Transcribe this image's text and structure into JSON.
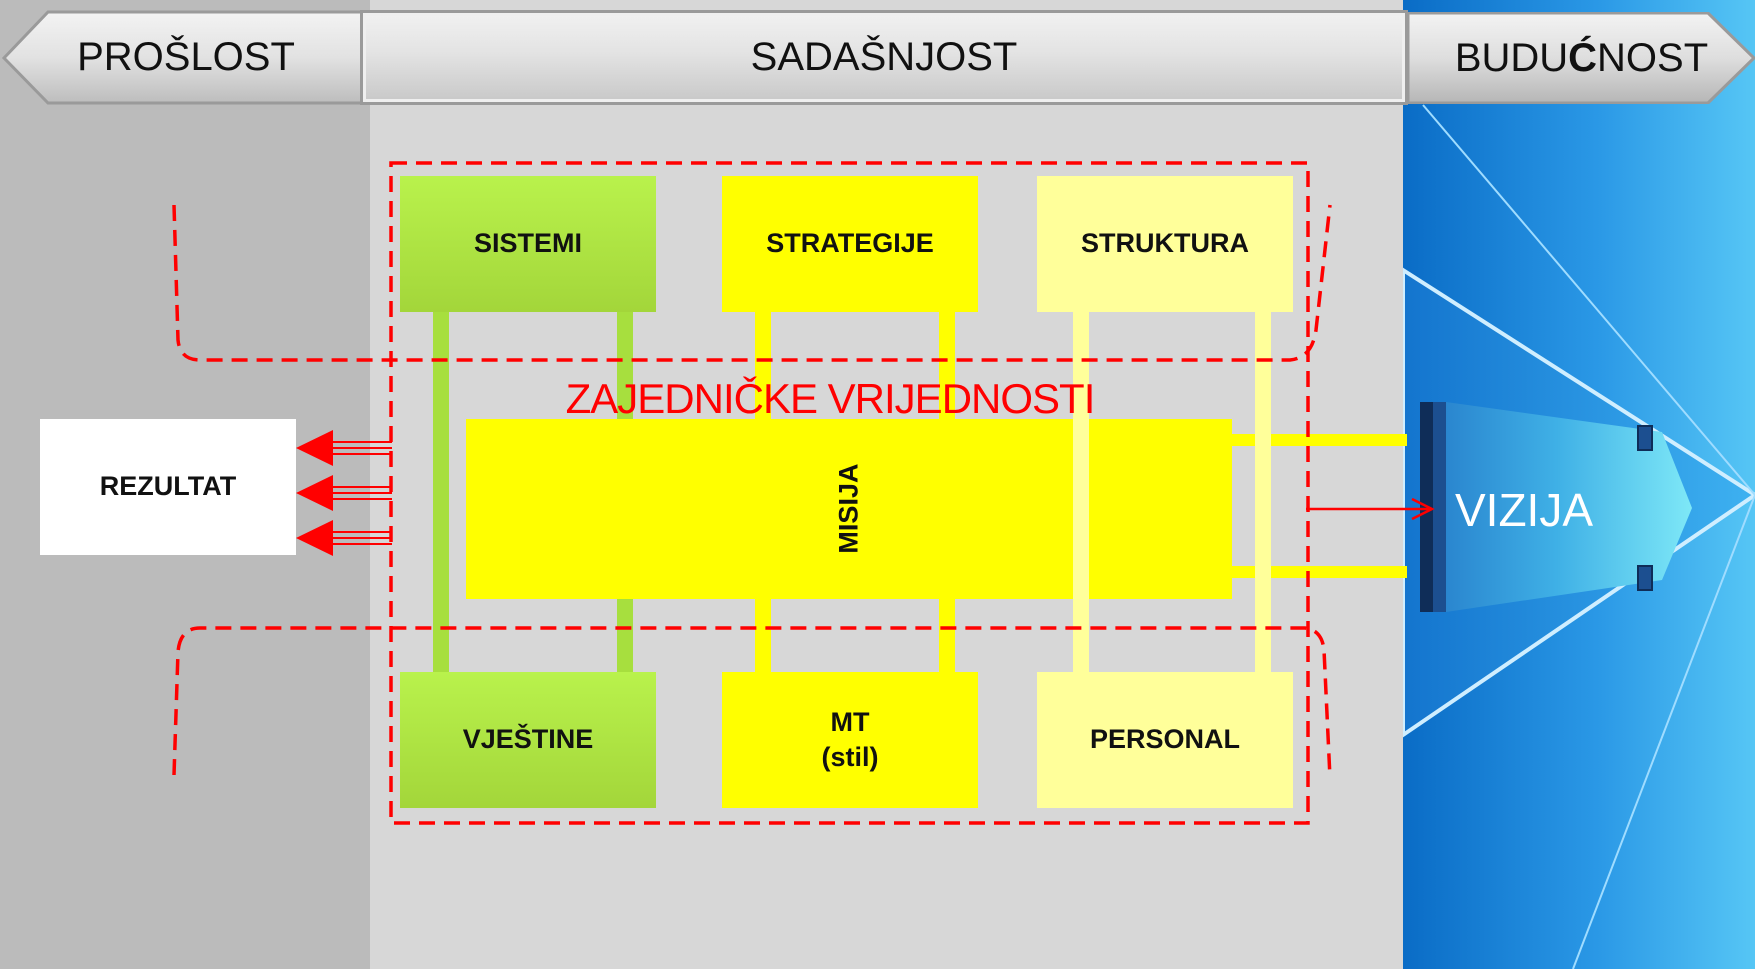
{
  "header": {
    "past": "PROŠLOST",
    "present": "SADAŠNJOST",
    "future_prefix": "BUDU",
    "future_bold": "Ć",
    "future_suffix": "NOST"
  },
  "boxes": {
    "sistemi": "SISTEMI",
    "strategije": "STRATEGIJE",
    "struktura": "STRUKTURA",
    "vjestine": "VJEŠTINE",
    "mt_line1": "MT",
    "mt_line2": "(stil)",
    "personal": "PERSONAL",
    "misija": "MISIJA",
    "rezultat": "REZULTAT"
  },
  "shared_values": "ZAJEDNIČKE VRIJEDNOSTI",
  "vision": "VIZIJA",
  "colors": {
    "dashed_outline": "#ff0000",
    "arrows": "#ff0000",
    "green_box": "#a3d63a",
    "yellow_box": "#ffff00",
    "pale_box": "#ffff9a",
    "future_blue": "#1e7fd6",
    "vision_cyan": "#5ad6f5"
  }
}
